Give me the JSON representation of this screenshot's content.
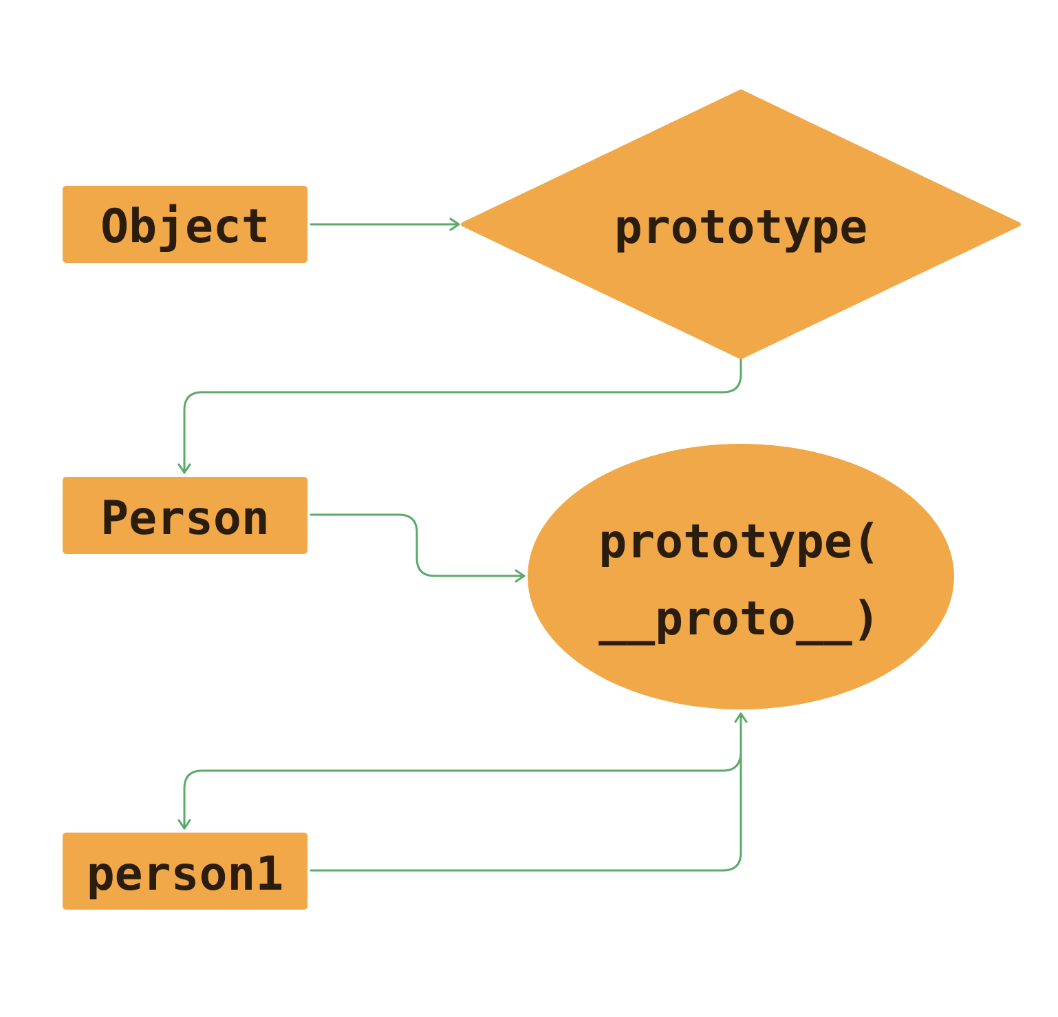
{
  "diagram": {
    "colors": {
      "node_fill": "#f0a848",
      "node_text": "#2b1d0e",
      "edge": "#5aaa6a",
      "background": "#ffffff"
    },
    "nodes": {
      "object": {
        "label": "Object",
        "shape": "rectangle"
      },
      "prototype_diamond": {
        "label": "prototype",
        "shape": "diamond"
      },
      "person": {
        "label": "Person",
        "shape": "rectangle"
      },
      "prototype_ellipse": {
        "line1": "prototype(",
        "line2": "__proto__)",
        "shape": "ellipse"
      },
      "person1": {
        "label": "person1",
        "shape": "rectangle"
      }
    },
    "edges": [
      {
        "from": "object",
        "to": "prototype_diamond"
      },
      {
        "from": "prototype_diamond",
        "to": "person"
      },
      {
        "from": "person",
        "to": "prototype_ellipse"
      },
      {
        "from": "person1",
        "to": "prototype_ellipse"
      },
      {
        "from": "prototype_ellipse",
        "to": "person1"
      }
    ]
  }
}
